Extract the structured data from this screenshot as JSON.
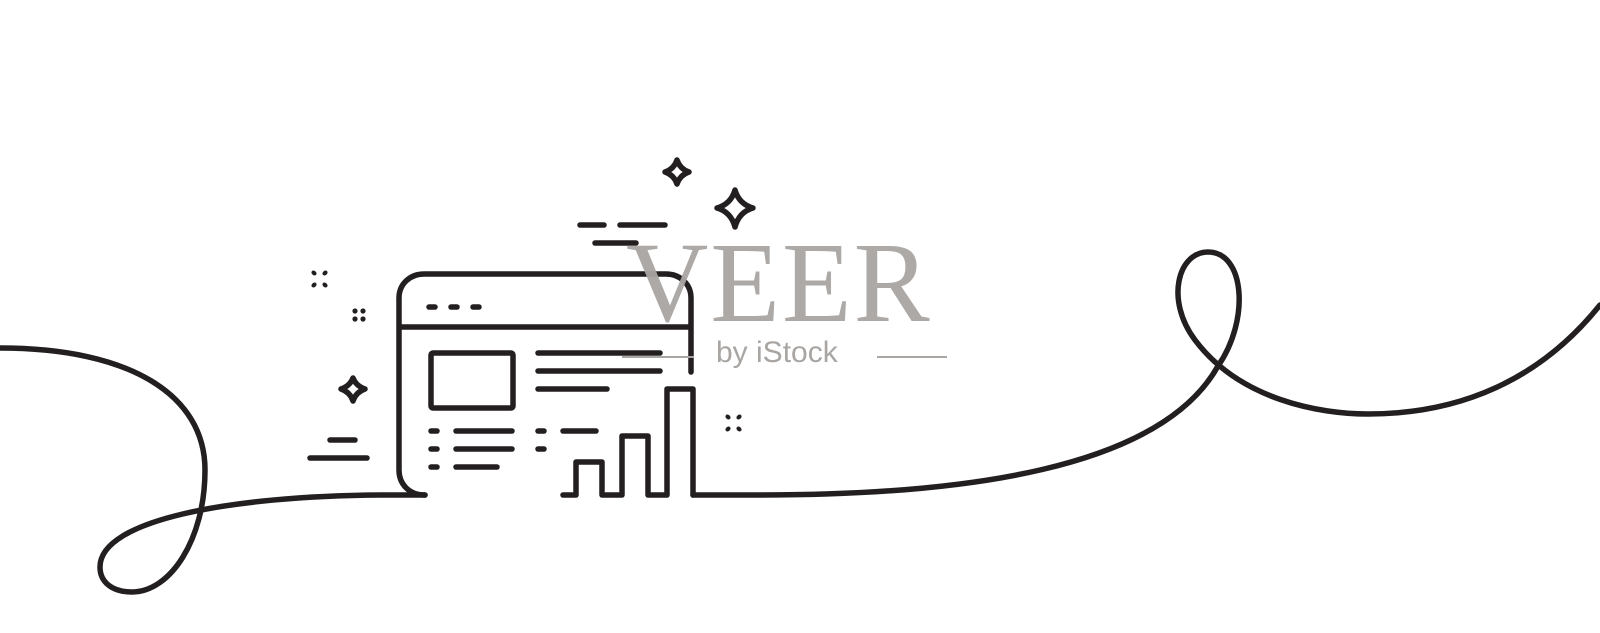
{
  "illustration": {
    "subject": "browser-window-with-bar-chart line icon on continuous line",
    "stroke_color": "#231f20",
    "background_color": "#ffffff",
    "icons": [
      "browser-window-icon",
      "bar-chart-icon",
      "sparkle-icon",
      "sparkle-icon",
      "sparkle-icon",
      "dots-icon",
      "dots-icon",
      "dots-icon",
      "motion-lines-icon",
      "continuous-line-loop"
    ]
  },
  "watermark": {
    "title": "VEER",
    "subtitle": "by iStock",
    "color": "#a8a5a2"
  }
}
